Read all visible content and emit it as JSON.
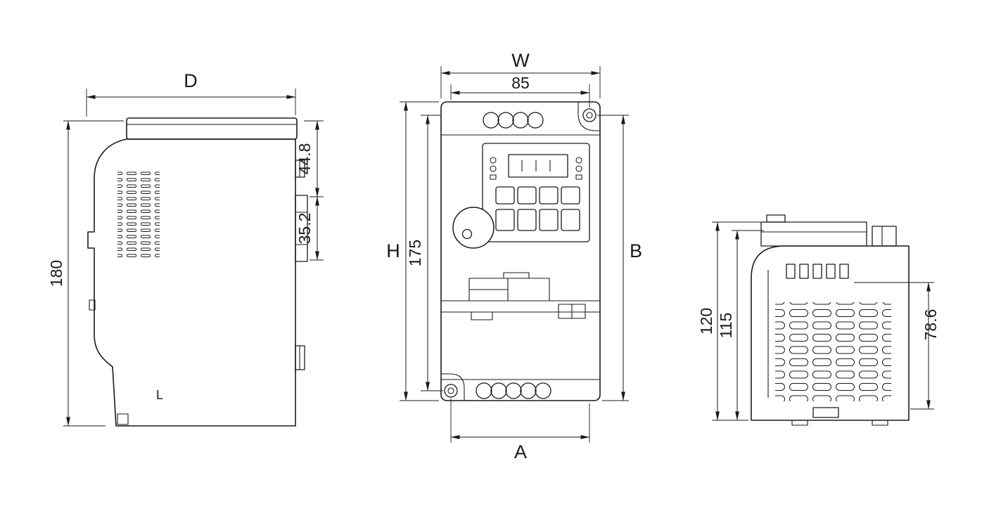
{
  "views": {
    "side": {
      "dim_depth": "D",
      "dim_height": "180",
      "dim_upper": "44.8",
      "dim_lower": "35.2",
      "marking": "L"
    },
    "front": {
      "dim_width": "W",
      "dim_mount_width": "85",
      "dim_height": "H",
      "dim_mount_height": "175",
      "dim_side_height": "B",
      "dim_bottom_width": "A"
    },
    "end": {
      "dim_total": "120",
      "dim_inner": "115",
      "dim_vent": "78.6"
    }
  }
}
